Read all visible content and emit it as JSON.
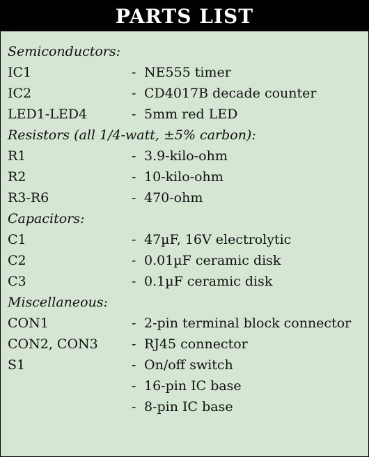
{
  "title": "PARTS LIST",
  "sections": [
    {
      "heading": "Semiconductors:",
      "items": [
        {
          "ref": "IC1",
          "dash": "-",
          "desc": "NE555 timer"
        },
        {
          "ref": "IC2",
          "dash": "-",
          "desc": "CD4017B decade counter"
        },
        {
          "ref": "LED1-LED4",
          "dash": "-",
          "desc": "5mm red LED"
        }
      ]
    },
    {
      "heading": "Resistors (all 1/4-watt, ±5% carbon):",
      "items": [
        {
          "ref": "R1",
          "dash": "-",
          "desc": "3.9-kilo-ohm"
        },
        {
          "ref": "R2",
          "dash": "-",
          "desc": "10-kilo-ohm"
        },
        {
          "ref": "R3-R6",
          "dash": "-",
          "desc": "470-ohm"
        }
      ]
    },
    {
      "heading": "Capacitors:",
      "items": [
        {
          "ref": "C1",
          "dash": "-",
          "desc": "47µF, 16V electrolytic"
        },
        {
          "ref": "C2",
          "dash": "-",
          "desc": "0.01µF ceramic disk"
        },
        {
          "ref": "C3",
          "dash": "-",
          "desc": "0.1µF ceramic disk"
        }
      ]
    },
    {
      "heading": "Miscellaneous:",
      "items": [
        {
          "ref": "CON1",
          "dash": "-",
          "desc": "2-pin terminal block connector"
        },
        {
          "ref": "CON2, CON3",
          "dash": "-",
          "desc": "RJ45 connector"
        },
        {
          "ref": "S1",
          "dash": "-",
          "desc": "On/off switch"
        },
        {
          "ref": "",
          "dash": "-",
          "desc": "16-pin IC base"
        },
        {
          "ref": "",
          "dash": "-",
          "desc": "8-pin IC base"
        }
      ]
    }
  ],
  "colors": {
    "background": "#d5e6d2",
    "title_bar": "#000000",
    "title_text": "#ffffff"
  }
}
